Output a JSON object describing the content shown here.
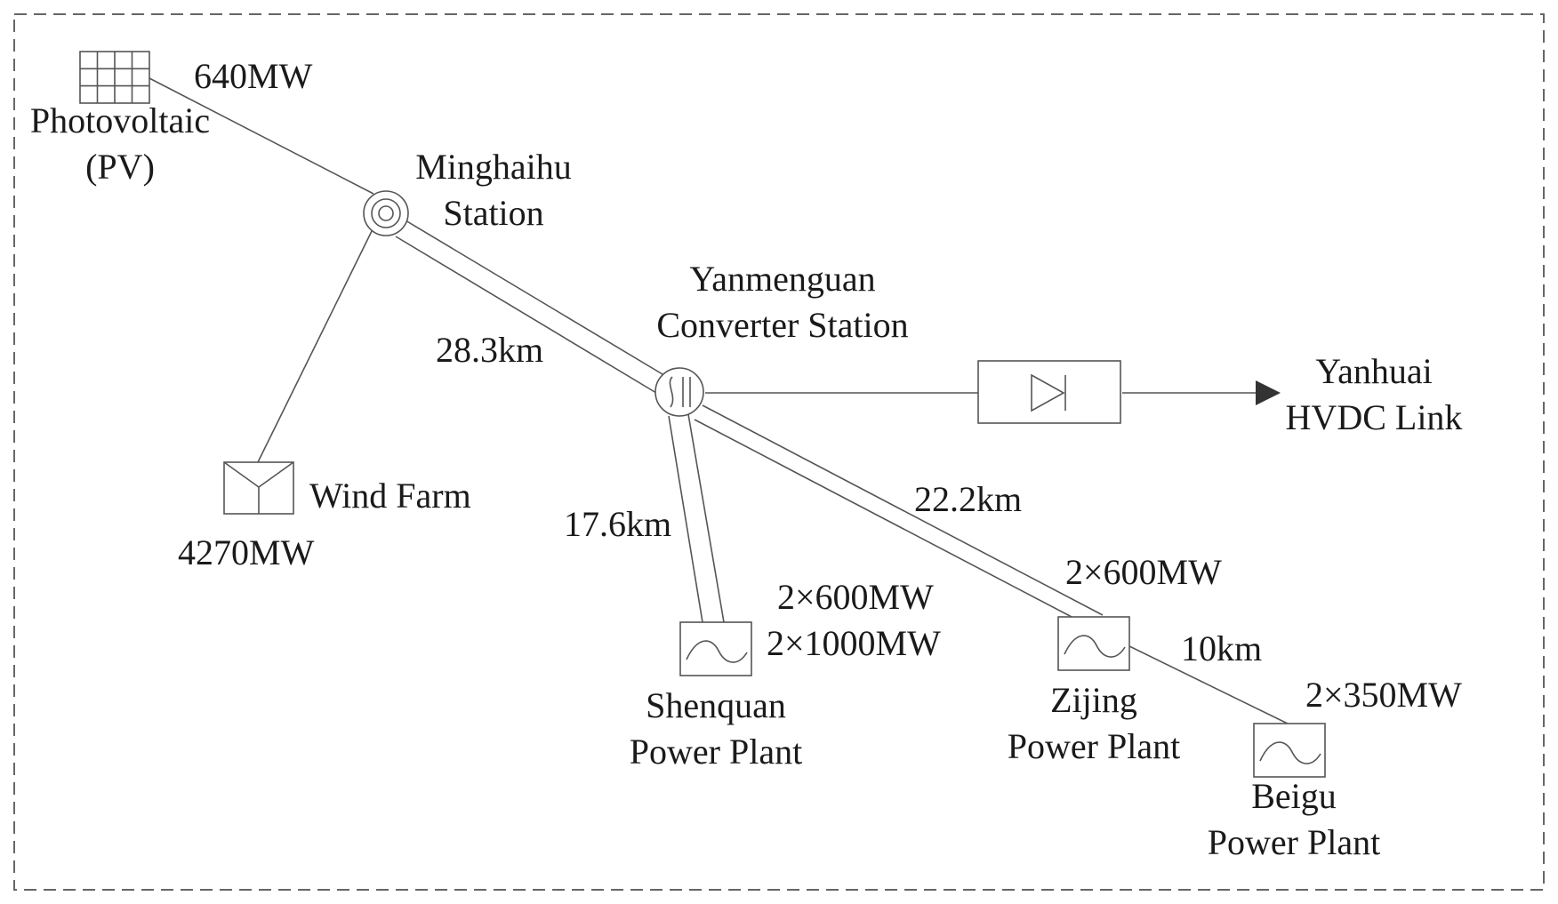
{
  "pv": {
    "name_line1": "Photovoltaic",
    "name_line2": "(PV)",
    "capacity": "640MW"
  },
  "minghaihu": {
    "name_line1": "Minghaihu",
    "name_line2": "Station"
  },
  "wind": {
    "name": "Wind Farm",
    "capacity": "4270MW"
  },
  "yanmenguan": {
    "name_line1": "Yanmenguan",
    "name_line2": "Converter Station"
  },
  "hvdc": {
    "name_line1": "Yanhuai",
    "name_line2": "HVDC Link"
  },
  "shenquan": {
    "name_line1": "Shenquan",
    "name_line2": "Power Plant",
    "capacity_line1": "2×600MW",
    "capacity_line2": "2×1000MW"
  },
  "zijing": {
    "name_line1": "Zijing",
    "name_line2": "Power Plant",
    "capacity": "2×600MW"
  },
  "beigu": {
    "name_line1": "Beigu",
    "name_line2": "Power Plant",
    "capacity": "2×350MW"
  },
  "distances": {
    "minghaihu_yanmenguan": "28.3km",
    "yanmenguan_shenquan": "17.6km",
    "yanmenguan_zijing": "22.2km",
    "zijing_beigu": "10km"
  },
  "colors": {
    "line": "#555555",
    "text": "#1a1a1a",
    "arrow": "#333333"
  }
}
